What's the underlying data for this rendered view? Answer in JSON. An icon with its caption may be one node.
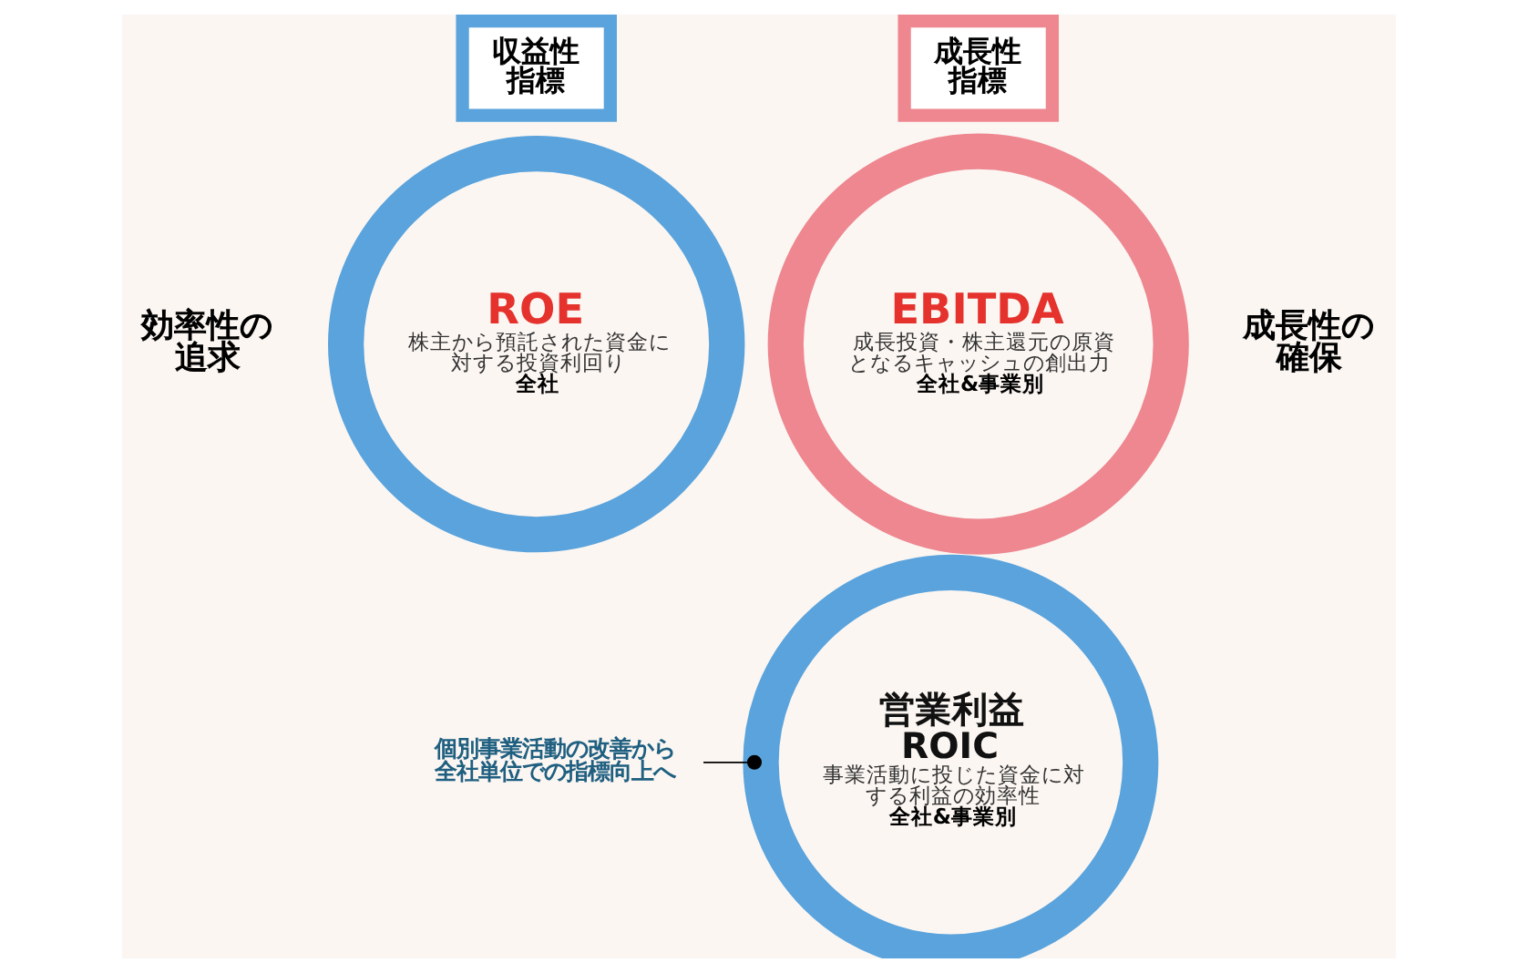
{
  "diagram": {
    "nodes": [
      {
        "text": [
          "収益性指標"
        ]
      },
      {
        "text": [
          "ROE",
          "株主から預託された資金に対する投資利回り",
          "全社"
        ]
      },
      {
        "text": [
          "成長性指標"
        ]
      },
      {
        "text": [
          "EBITDA",
          "成長投資・株主還元の原資となるキャッシュの創出力",
          "全社&事業別"
        ]
      },
      {
        "text": [
          "営業利益",
          "ROIC",
          "事業活動に投じた資金に対する利益の効率性",
          "全社&事業別"
        ]
      },
      {
        "text": [
          "個別事業活動の改善から全社単位での指標向上へ"
        ]
      }
    ],
    "edges": [
      {
        "from": 5,
        "to": 4,
        "arrow": "other"
      }
    ],
    "labels": [
      "効率性の追求",
      "成長性の確保"
    ]
  }
}
